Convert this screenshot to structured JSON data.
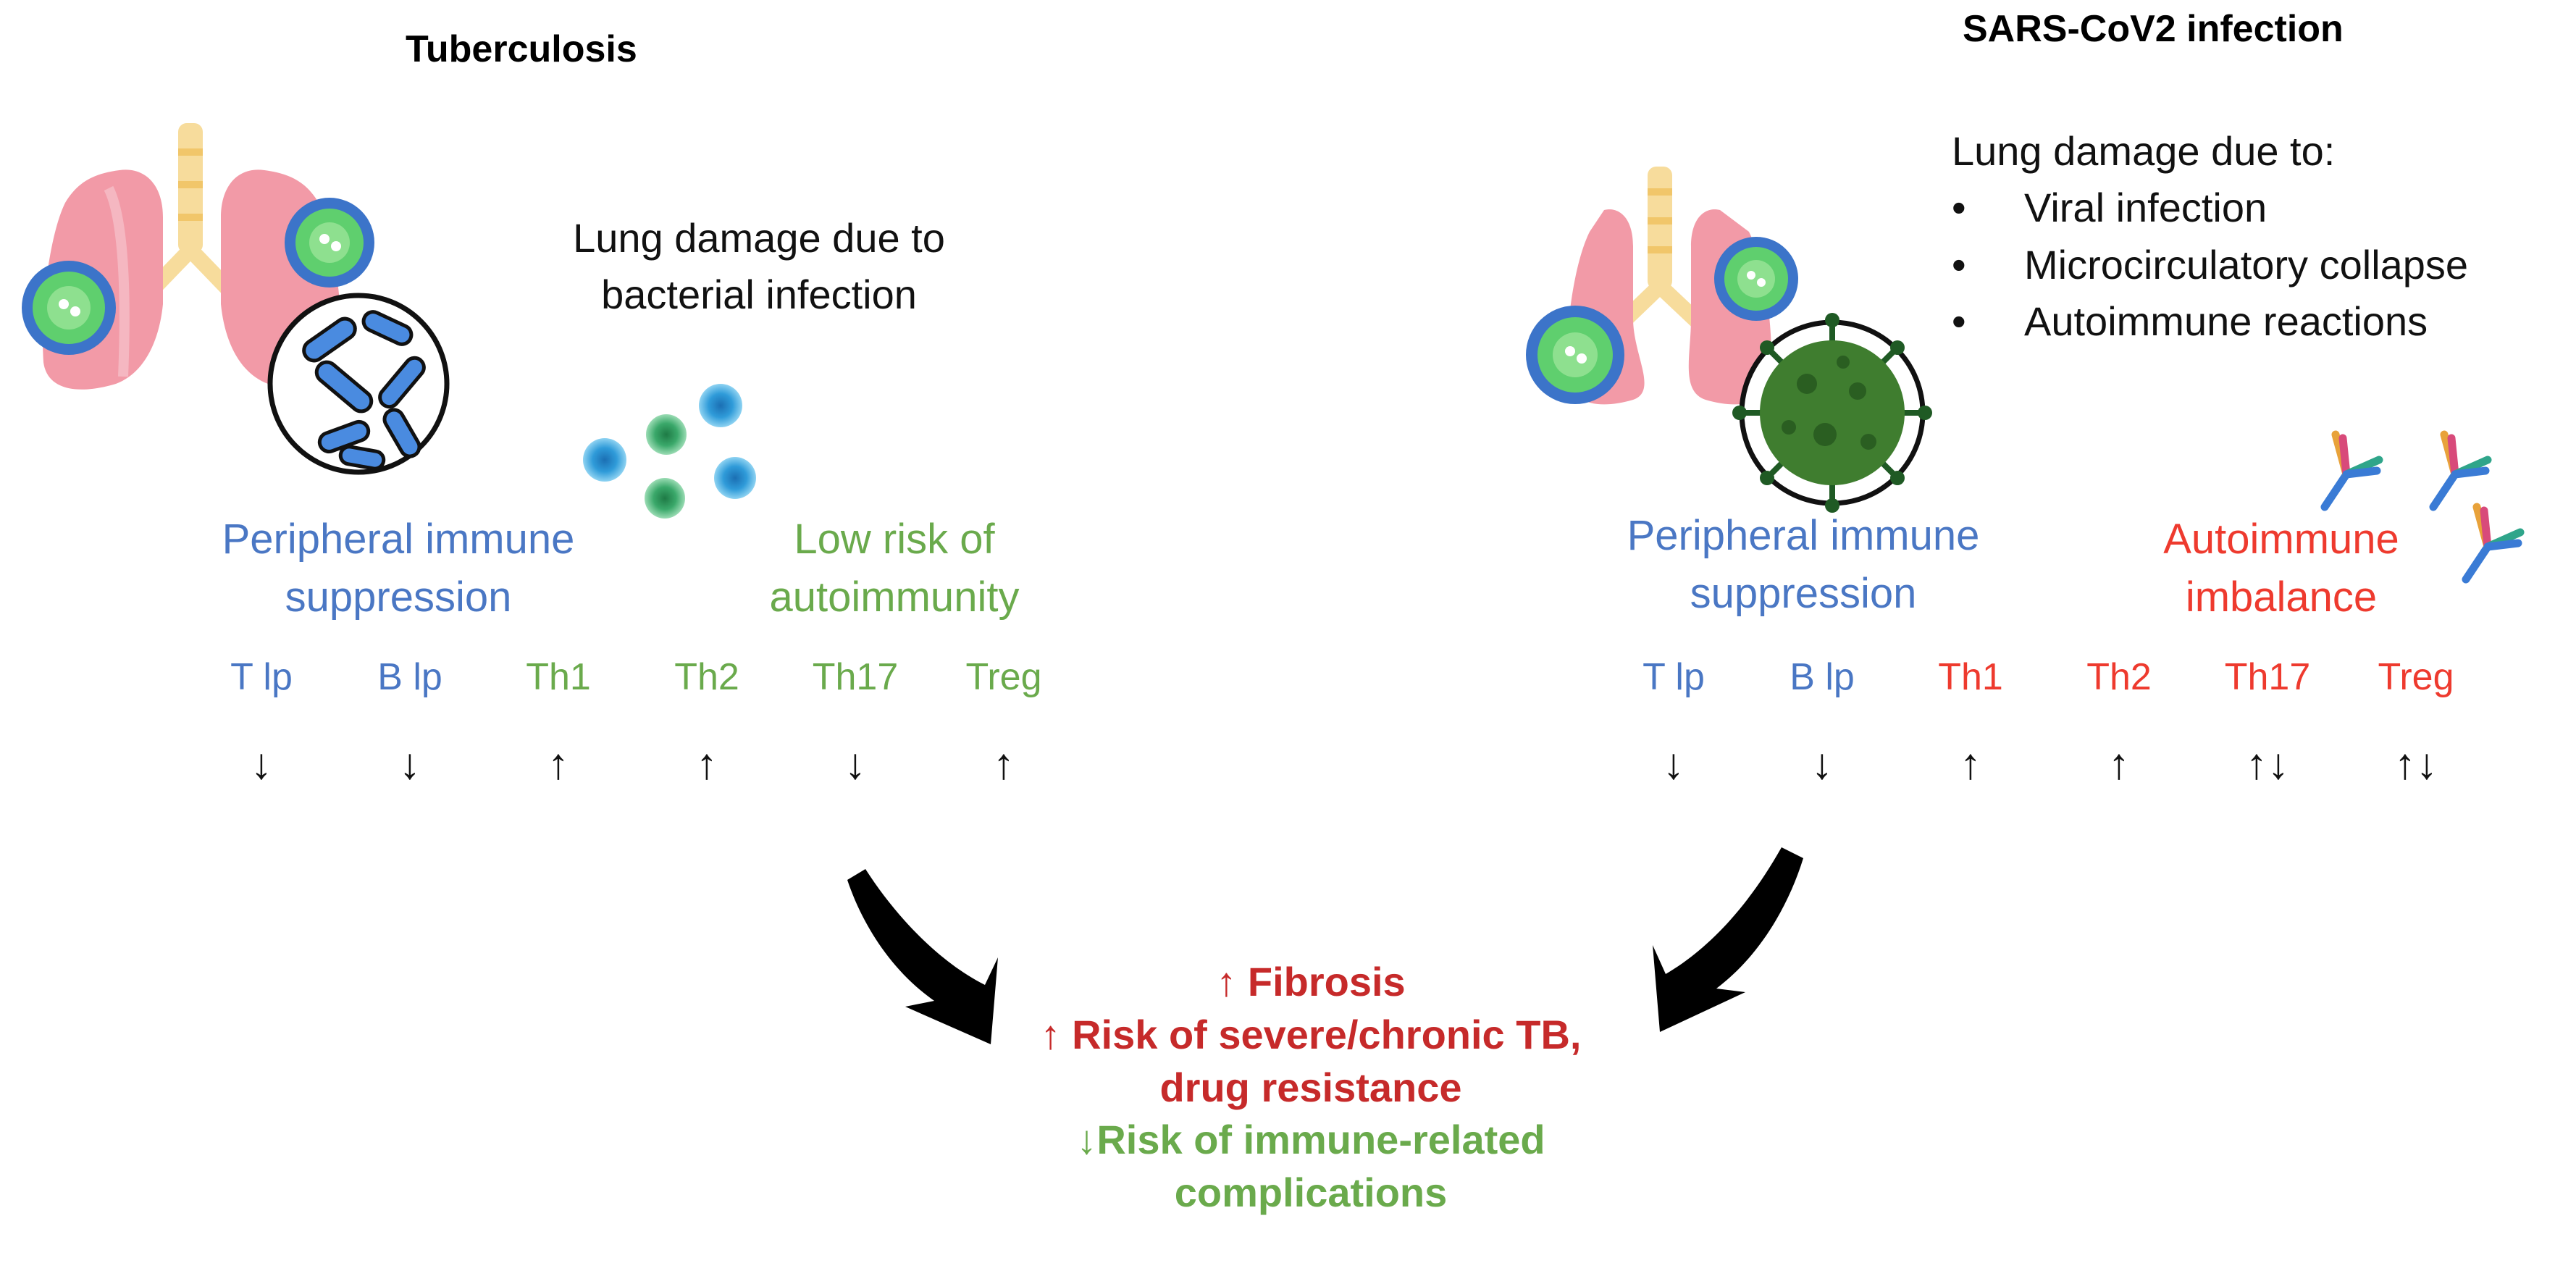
{
  "tb": {
    "title": "Tuberculosis",
    "damage_line1": "Lung damage due to",
    "damage_line2": "bacterial infection",
    "label_blue": [
      "Peripheral immune",
      "suppression"
    ],
    "label_green": [
      "Low risk of",
      "autoimmunity"
    ],
    "cells": [
      {
        "name": "T lp",
        "arrow": "↓"
      },
      {
        "name": "B lp",
        "arrow": "↓"
      },
      {
        "name": "Th1",
        "arrow": "↑"
      },
      {
        "name": "Th2",
        "arrow": "↑"
      },
      {
        "name": "Th17",
        "arrow": "↓"
      },
      {
        "name": "Treg",
        "arrow": "↑"
      }
    ]
  },
  "covid": {
    "title": "SARS-CoV2 infection",
    "damage_heading": "Lung damage due to:",
    "damage_items": [
      "Viral infection",
      "Microcirculatory collapse",
      "Autoimmune reactions"
    ],
    "label_blue": [
      "Peripheral immune",
      "suppression"
    ],
    "label_red": [
      "Autoimmune",
      "imbalance"
    ],
    "cells": [
      {
        "name": "T lp",
        "arrow": "↓"
      },
      {
        "name": "B lp",
        "arrow": "↓"
      },
      {
        "name": "Th1",
        "arrow": "↑"
      },
      {
        "name": "Th2",
        "arrow": "↑"
      },
      {
        "name": "Th17",
        "arrow": "↑↓"
      },
      {
        "name": "Treg",
        "arrow": "↑↓"
      }
    ]
  },
  "outcomes": {
    "line1": "↑ Fibrosis",
    "line2": "↑ Risk of severe/chronic TB,",
    "line3": "drug resistance",
    "line4": "↓Risk of immune-related",
    "line5": "complications"
  },
  "colors": {
    "blue_text": "#4a77c4",
    "green_text": "#6aaa4c",
    "red_text": "#ee3a2e",
    "outcome_red": "#c62a2a",
    "lung_pink": "#f29aa7",
    "virus_green": "#3f7d2f",
    "bacteria_blue": "#4a8be0"
  }
}
